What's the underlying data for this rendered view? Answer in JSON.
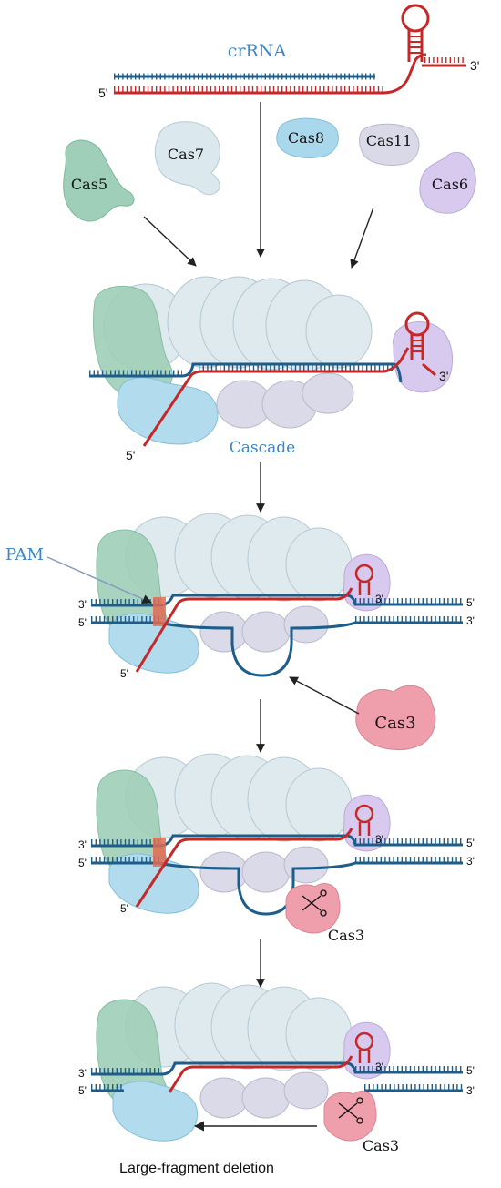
{
  "diagram": {
    "crrna_label": "crRNA",
    "five_prime": "5'",
    "three_prime": "3'",
    "proteins": {
      "cas5": "Cas5",
      "cas7": "Cas7",
      "cas8": "Cas8",
      "cas11": "Cas11",
      "cas6": "Cas6",
      "cas3": "Cas3"
    },
    "cascade_label": "Cascade",
    "pam_label": "PAM",
    "deletion_label": "Large-fragment deletion",
    "colors": {
      "crrna_text": "#3b86c4",
      "rna_red": "#c62828",
      "dna_blue": "#1e5d8a",
      "cas5": "#9fcfb8",
      "cas7": "#d7e6ec",
      "cas8": "#a9d8ec",
      "cas11": "#d8d8e6",
      "cas6": "#d8caee",
      "cas3": "#ef9fac",
      "pam": "#e06b52"
    }
  }
}
